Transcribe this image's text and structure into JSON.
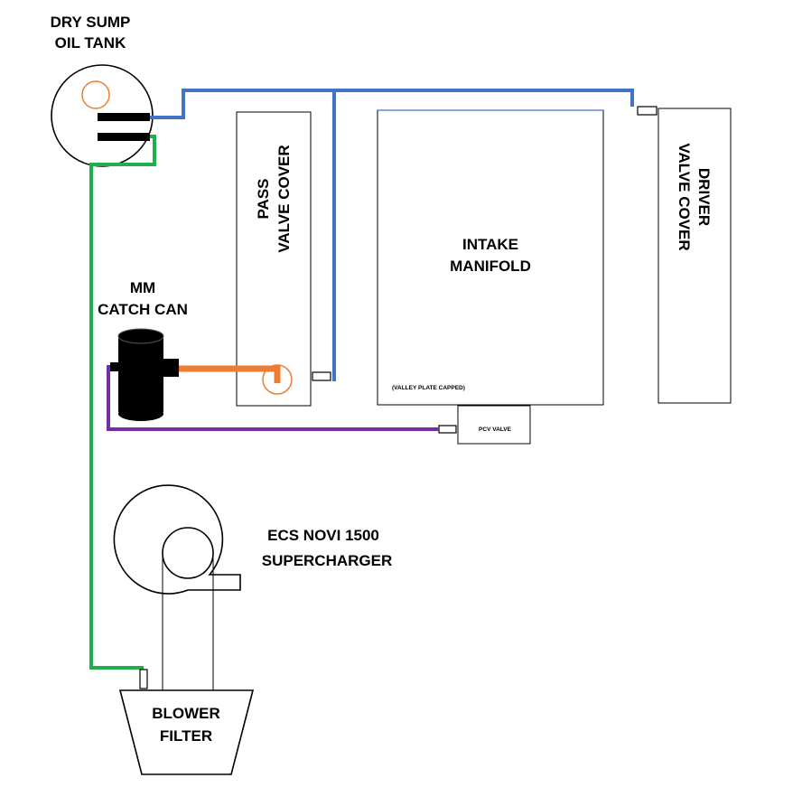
{
  "labels": {
    "oil_tank_line1": "DRY SUMP",
    "oil_tank_line2": "OIL TANK",
    "pass_cover_line1": "PASS",
    "pass_cover_line2": "VALVE COVER",
    "driver_cover_line1": "DRIVER",
    "driver_cover_line2": "VALVE COVER",
    "intake_line1": "INTAKE",
    "intake_line2": "MANIFOLD",
    "valley_note": "(VALLEY PLATE CAPPED)",
    "pcv_valve": "PCV VALVE",
    "catch_can_line1": "MM",
    "catch_can_line2": "CATCH CAN",
    "supercharger_line1": "ECS NOVI 1500",
    "supercharger_line2": "SUPERCHARGER",
    "filter_line1": "BLOWER",
    "filter_line2": "FILTER"
  },
  "colors": {
    "blue_line": "#4472c4",
    "green_line": "#1fb04b",
    "orange_line": "#ed7d31",
    "purple_line": "#7030a0"
  }
}
